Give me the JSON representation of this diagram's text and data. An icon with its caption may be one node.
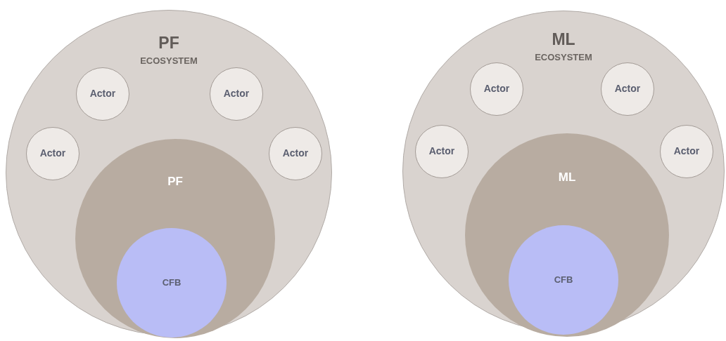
{
  "diagram": {
    "nodes": [
      {
        "text": [
          "PF",
          "ECOSYSTEM"
        ]
      },
      {
        "text": [
          "Actor"
        ],
        "in": 0
      },
      {
        "text": [
          "Actor"
        ],
        "in": 0
      },
      {
        "text": [
          "Actor"
        ],
        "in": 0
      },
      {
        "text": [
          "Actor"
        ],
        "in": 0
      },
      {
        "text": [
          "PF"
        ],
        "in": 0
      },
      {
        "text": [
          "CFB"
        ],
        "in": 5
      },
      {
        "text": [
          "ML",
          "ECOSYSTEM"
        ]
      },
      {
        "text": [
          "Actor"
        ],
        "in": 7
      },
      {
        "text": [
          "Actor"
        ],
        "in": 7
      },
      {
        "text": [
          "Actor"
        ],
        "in": 7
      },
      {
        "text": [
          "Actor"
        ],
        "in": 7
      },
      {
        "text": [
          "ML"
        ],
        "in": 7
      },
      {
        "text": [
          "CFB"
        ],
        "in": 12
      }
    ]
  }
}
